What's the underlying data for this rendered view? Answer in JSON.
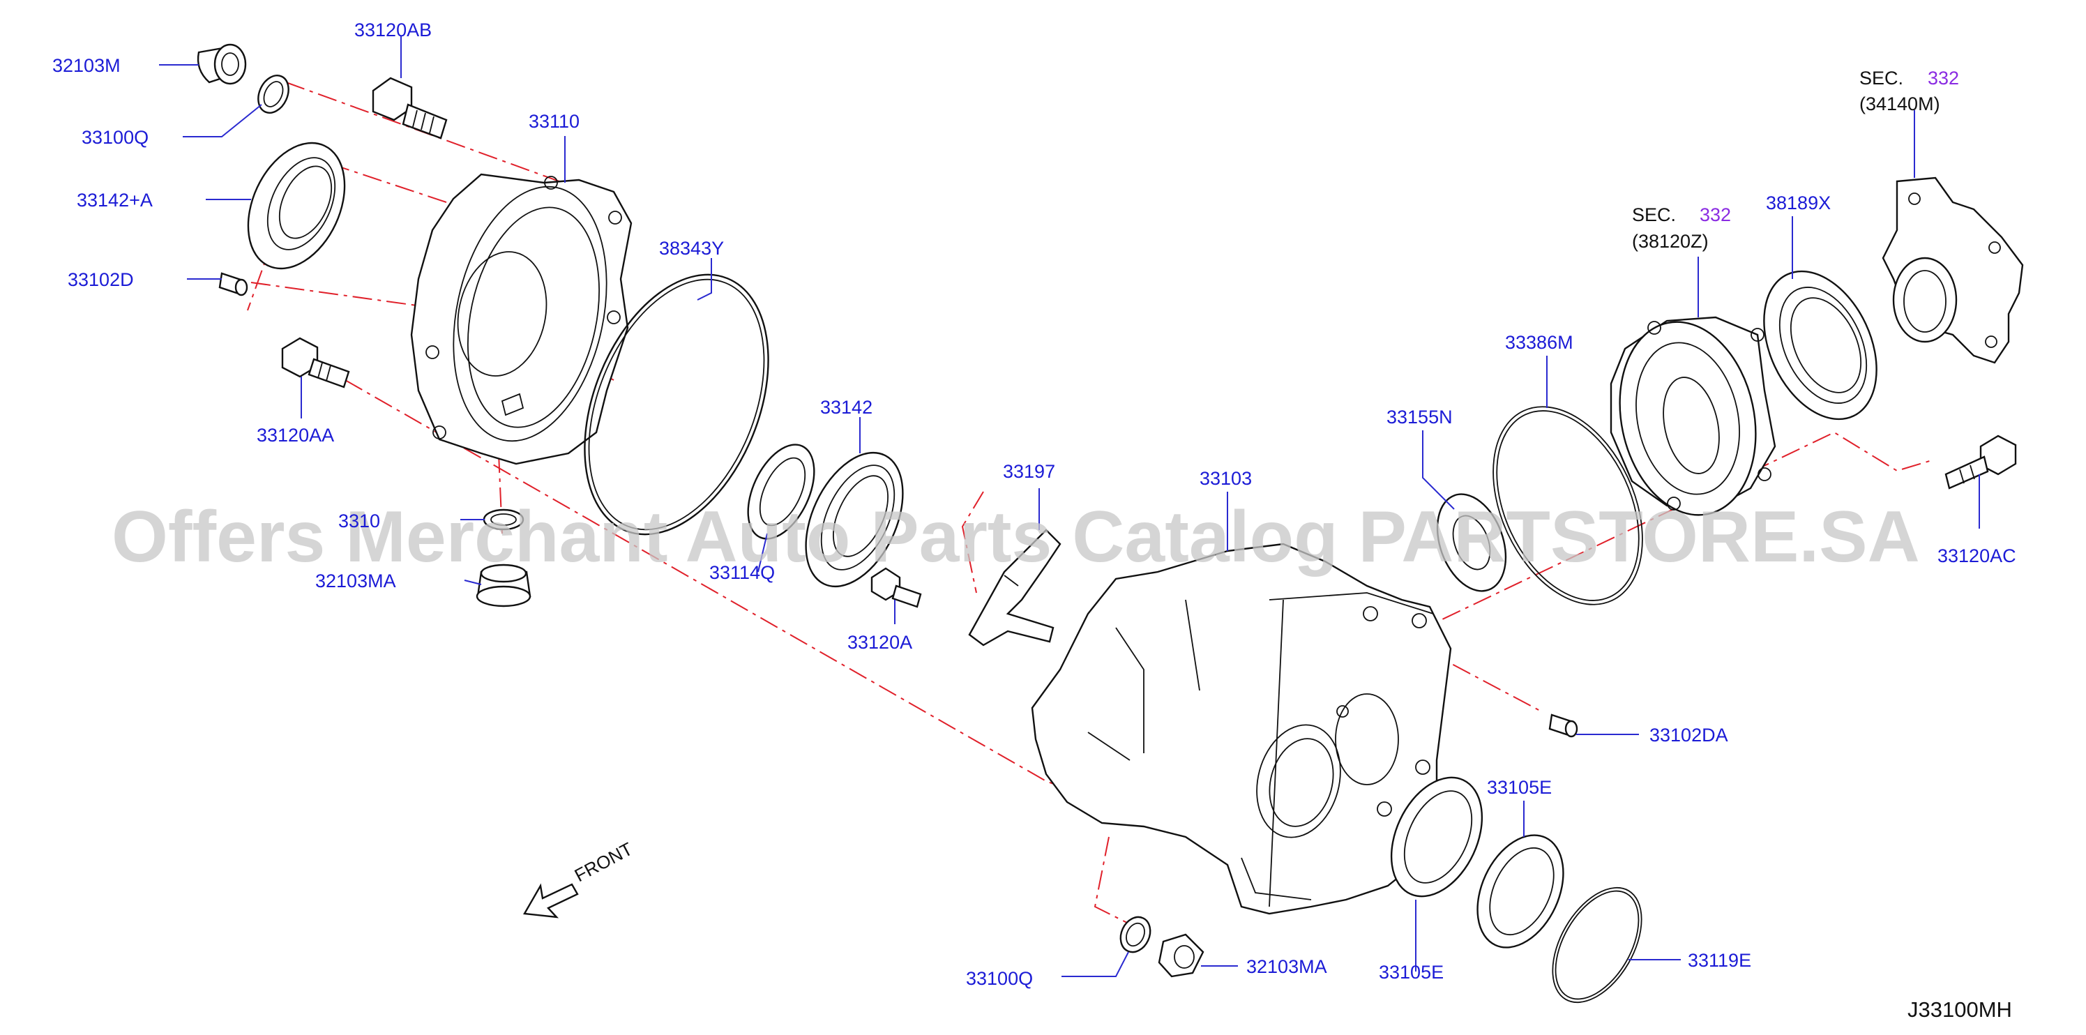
{
  "labels": {
    "p32103M": "32103M",
    "p33120AB": "33120AB",
    "p33100Q_top": "33100Q",
    "p33110": "33110",
    "p33142A": "33142+A",
    "p33102D": "33102D",
    "p38343Y": "38343Y",
    "p33120AA": "33120AA",
    "p33142": "33142",
    "p3310_partial": "3310",
    "p32103MA_left": "32103MA",
    "p33114Q": "33114Q",
    "p33197": "33197",
    "p33120A": "33120A",
    "p33103": "33103",
    "p33155N": "33155N",
    "p33386M": "33386M",
    "p38120Z": "(38120Z)",
    "p38189X": "38189X",
    "p34140M": "(34140M)",
    "p33120AC": "33120AC",
    "p33102DA": "33102DA",
    "p33105E_top": "33105E",
    "p33105E_bottom": "33105E",
    "p33119E": "33119E",
    "p33100Q_bottom": "33100Q",
    "p32103MA_bottom": "32103MA",
    "sec_prefix_1": "SEC.",
    "sec_num_1": "332",
    "sec_prefix_2": "SEC.",
    "sec_num_2": "332"
  },
  "front_label": "FRONT",
  "diagram_ref": "J33100MH",
  "watermark": "Offers Merchant Auto Parts Catalog PARTSTORE.SA",
  "colors": {
    "label": "#1b1bd6",
    "section": "#8a2be2",
    "centerline": "#e0202a",
    "line": "#111111",
    "watermark": "#c8c8c8"
  }
}
